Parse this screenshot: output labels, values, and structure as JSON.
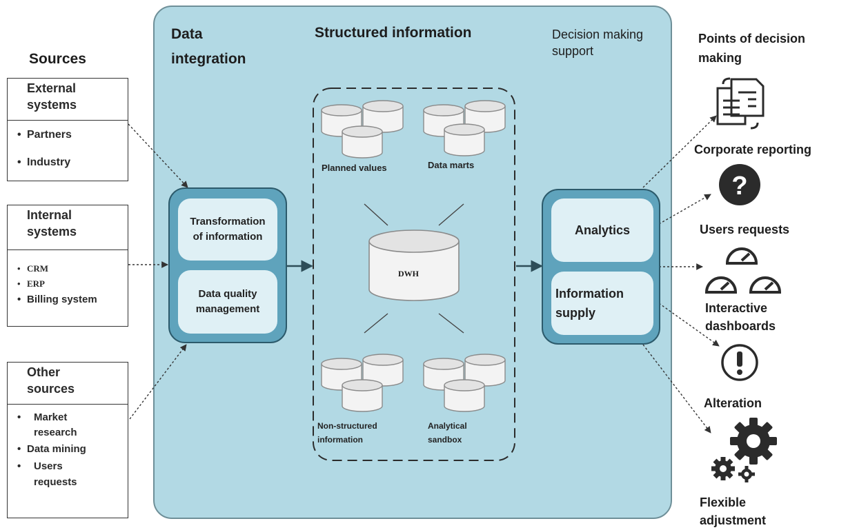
{
  "sources": {
    "title": "Sources",
    "external": {
      "title_line1": "External",
      "title_line2": "systems",
      "items": [
        "Partners",
        "Industry"
      ]
    },
    "internal": {
      "title_line1": "Internal",
      "title_line2": "systems",
      "items": [
        "CRM",
        "ERP",
        "Billing system"
      ]
    },
    "other": {
      "title_line1": "Other",
      "title_line2": "sources",
      "items": [
        "Market",
        "research",
        "Data mining",
        "Users",
        "requests"
      ]
    }
  },
  "integration": {
    "title_line1": "Data",
    "title_line2": "integration",
    "steps": [
      {
        "line1": "Transformation",
        "line2": "of information"
      },
      {
        "line1": "Data quality",
        "line2": "management"
      }
    ]
  },
  "structured": {
    "title": "Structured information",
    "groups": {
      "planned": "Planned values",
      "marts": "Data marts",
      "nonstructured_line1": "Non-structured",
      "nonstructured_line2": "information",
      "sandbox_line1": "Analytical",
      "sandbox_line2": "sandbox"
    },
    "center": "DWH"
  },
  "decision_support": {
    "title_line1": "Decision making",
    "title_line2": "support",
    "steps": [
      {
        "line1": "Analytics",
        "line2": ""
      },
      {
        "line1": "Information",
        "line2": "supply"
      }
    ]
  },
  "outputs": {
    "title_line1": "Points of decision",
    "title_line2": "making",
    "items": {
      "corporate": "Corporate reporting",
      "users_requests": "Users requests",
      "dashboards_line1": "Interactive",
      "dashboards_line2": "dashboards",
      "alteration": "Alteration",
      "flexible_line1": "Flexible",
      "flexible_line2": "adjustment"
    },
    "icons": [
      "documents-icon",
      "question-icon",
      "gauges-icon",
      "exclamation-icon",
      "gears-icon"
    ]
  },
  "colors": {
    "panel": "#b2d9e4",
    "process_outer": "#5fa3bc",
    "process_inner": "#dff0f5",
    "icon_dark": "#2b2b2b"
  }
}
